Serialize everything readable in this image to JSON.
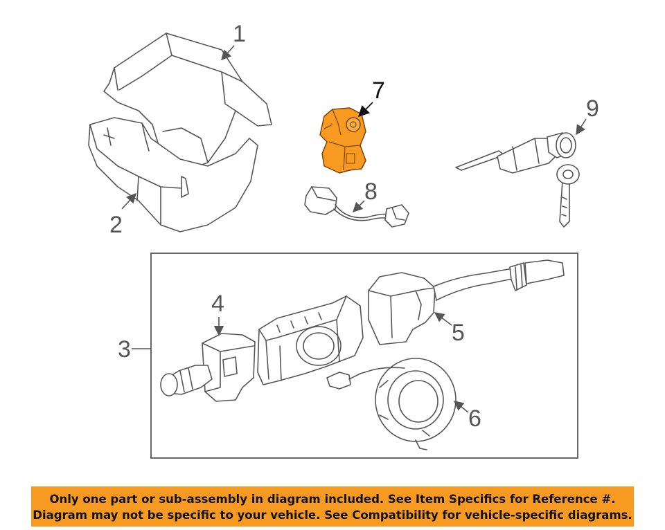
{
  "callouts": {
    "c1": "1",
    "c2": "2",
    "c3": "3",
    "c4": "4",
    "c5": "5",
    "c6": "6",
    "c7": "7",
    "c8": "8",
    "c9": "9"
  },
  "highlight_color": "#f79a22",
  "notice": {
    "line1": "Only one part or sub-assembly in diagram included. See Item Specifics for Reference #.",
    "line2": "Diagram may not be specific to your vehicle. See Compatibility for vehicle-specific diagrams."
  }
}
